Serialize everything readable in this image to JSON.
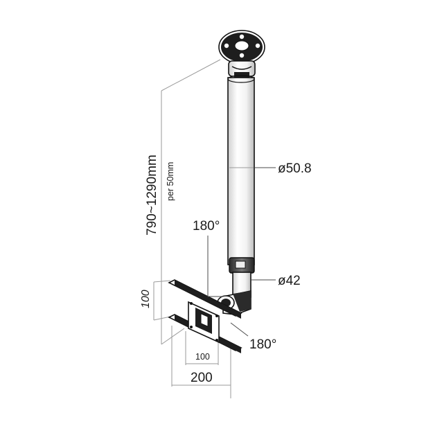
{
  "labels": {
    "length_range": "790~1290mm",
    "length_step": "per 50mm",
    "pole_diameter_top": "ø50.8",
    "pole_diameter_bottom": "ø42",
    "rotation_head": "180°",
    "rotation_plate": "180°",
    "vesa_height": "100",
    "vesa_inner_width": "100",
    "vesa_outer_width": "200"
  },
  "colors": {
    "line": "#111111",
    "dimension": "#9a9a9a",
    "fill": "#ffffff",
    "dark": "#1e1e1e"
  }
}
